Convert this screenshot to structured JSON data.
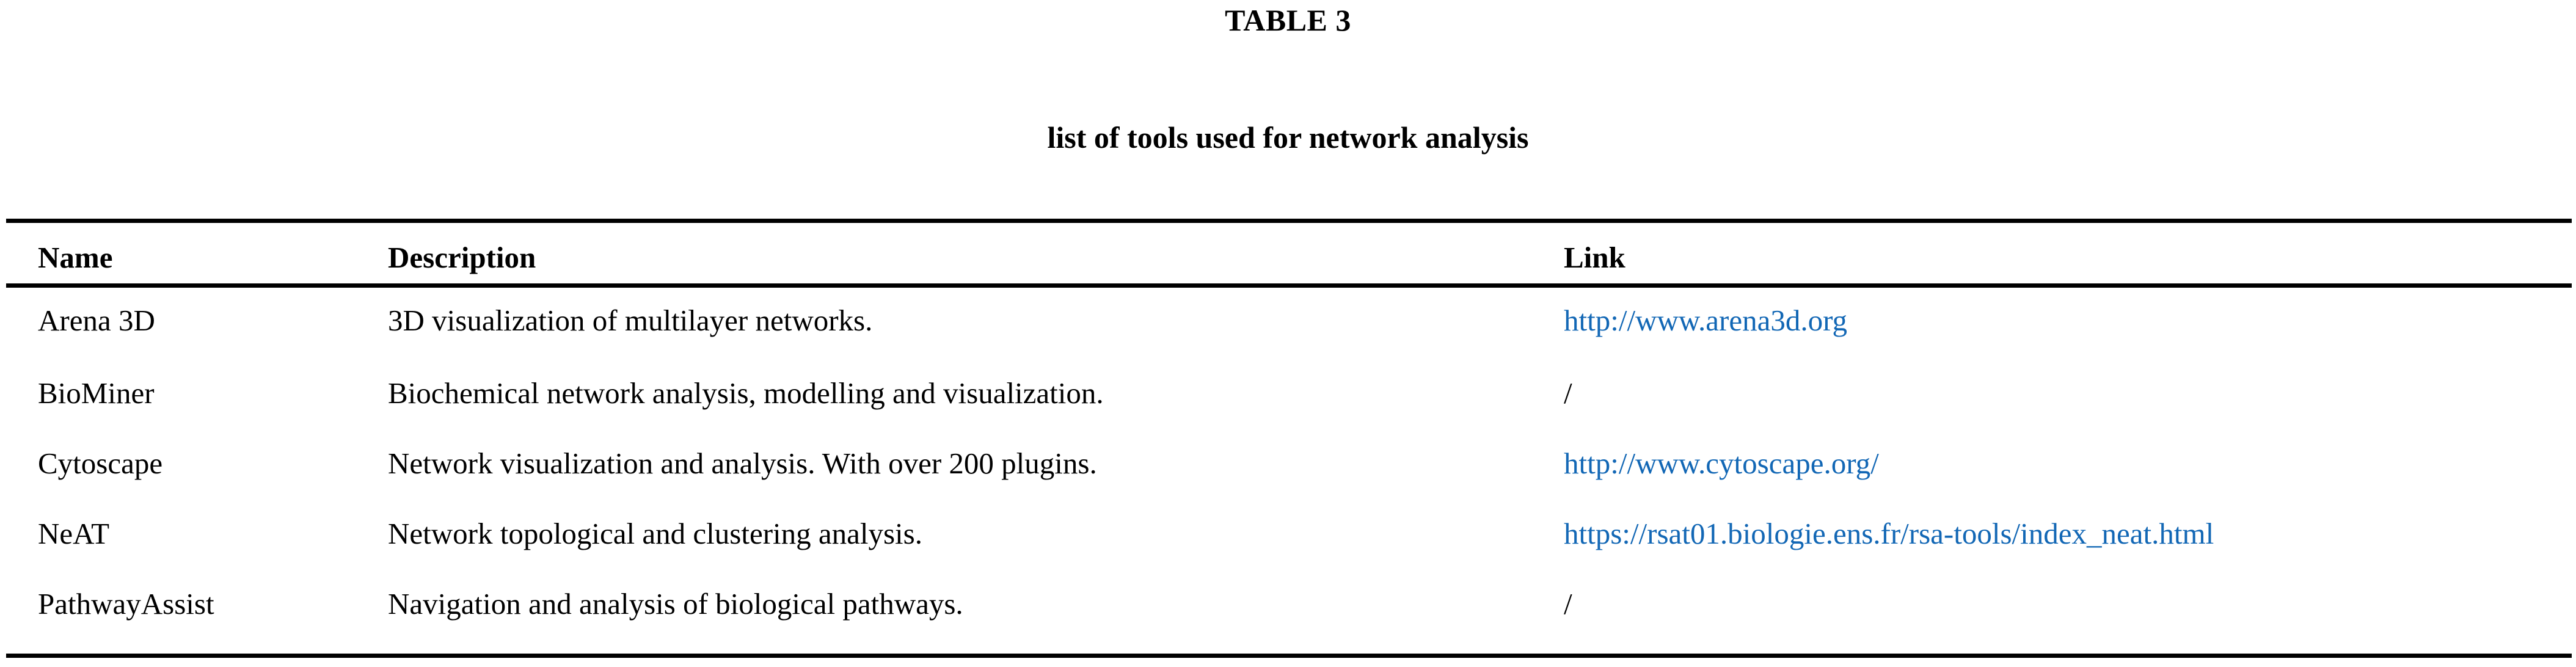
{
  "document": {
    "table_number": "TABLE 3",
    "caption": "list of tools used for network analysis"
  },
  "table": {
    "columns": [
      "Name",
      "Description",
      "Link"
    ],
    "rows": [
      {
        "name": "Arena 3D",
        "description": "3D visualization of multilayer networks.",
        "link": "http://www.arena3d.org",
        "link_is_url": true
      },
      {
        "name": "BioMiner",
        "description": "Biochemical network analysis, modelling and visualization.",
        "link": "/",
        "link_is_url": false
      },
      {
        "name": "Cytoscape",
        "description": "Network visualization and analysis. With over 200 plugins.",
        "link": "http://www.cytoscape.org/",
        "link_is_url": true
      },
      {
        "name": "NeAT",
        "description": "Network topological and clustering analysis.",
        "link": "https://rsat01.biologie.ens.fr/rsa-tools/index_neat.html",
        "link_is_url": true
      },
      {
        "name": "PathwayAssist",
        "description": "Navigation and analysis of biological pathways.",
        "link": "/",
        "link_is_url": false
      }
    ]
  },
  "colors": {
    "link": "#1267b5",
    "text": "#000000",
    "rule": "#000000",
    "background": "#ffffff"
  }
}
